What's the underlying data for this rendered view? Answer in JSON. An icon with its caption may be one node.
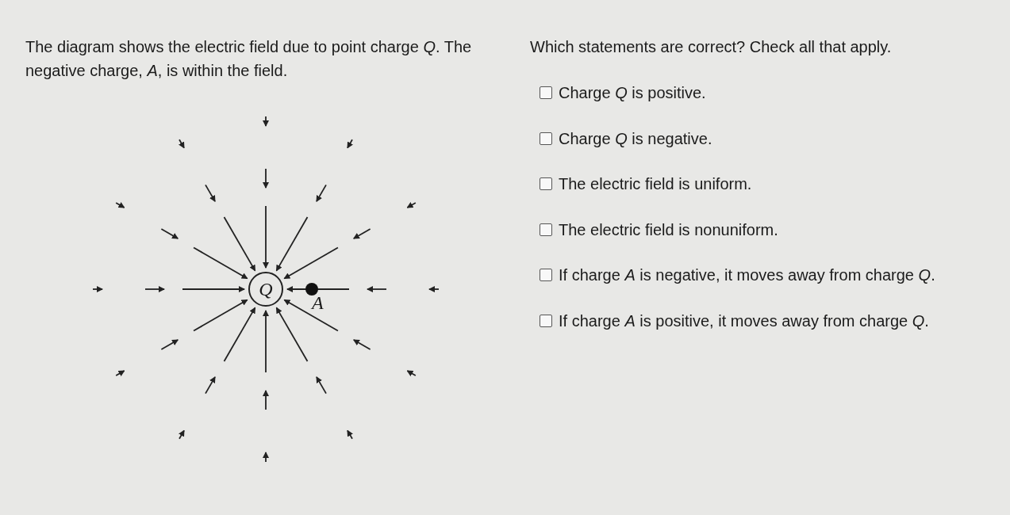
{
  "diagram": {
    "nodes": [
      {
        "text": [
          "Q"
        ]
      },
      {
        "text": [],
        "shape": "circle",
        "beside": [
          "A"
        ]
      }
    ],
    "labels": [
      "The diagram shows the electric field due to point charge *Q*. The negative charge, *A*, is within the field.",
      "Which statements are correct? Check all that apply.",
      "Charge *Q* is positive.",
      "Charge *Q* is negative.",
      "The electric field is uniform.",
      "The electric field is nonuniform.",
      "If charge *A* is negative, it moves away from charge *Q*.",
      "If charge *A* is positive, it moves away from charge *Q*."
    ]
  }
}
